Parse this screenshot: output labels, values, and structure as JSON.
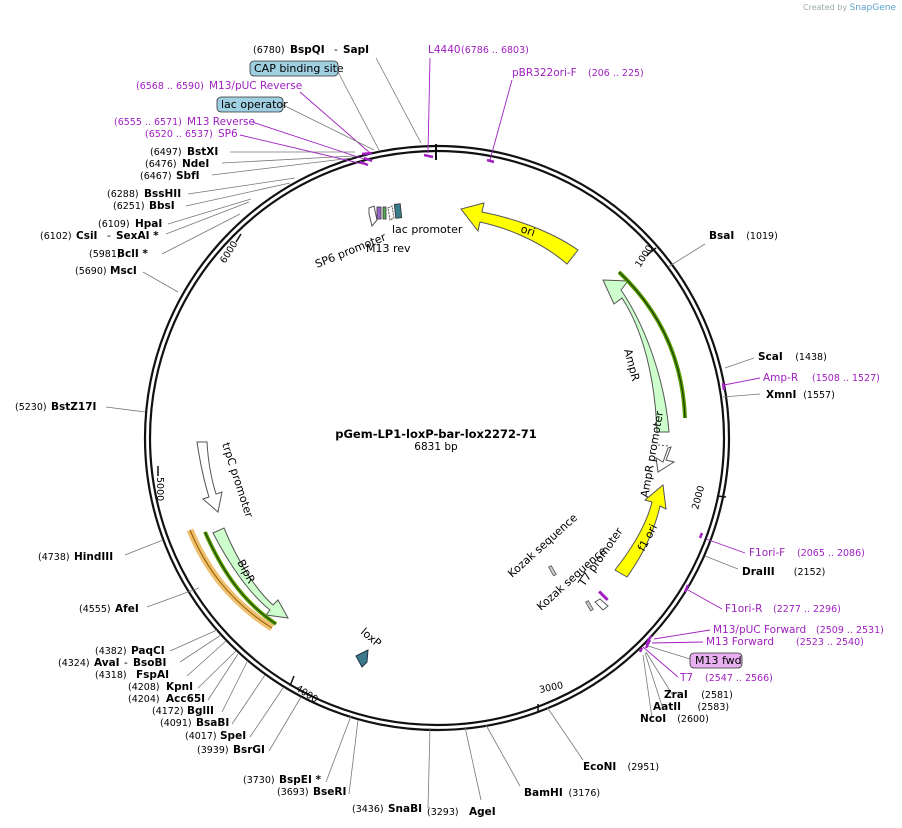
{
  "credit": {
    "prefix": "Created by",
    "brand": "SnapGene"
  },
  "plasmid": {
    "name": "pGem-LP1-loxP-bar-lox2272-71",
    "size": "6831 bp"
  },
  "ticks": [
    "1000",
    "2000",
    "3000",
    "4000",
    "5000",
    "6000"
  ],
  "sites": [
    {
      "name": "BspQI",
      "pos": "(6780)",
      "sep": "-",
      "name2": "SapI"
    },
    {
      "name": "BstXI",
      "pos": "(6497)"
    },
    {
      "name": "NdeI",
      "pos": "(6476)"
    },
    {
      "name": "SbfI",
      "pos": "(6467)"
    },
    {
      "name": "BssHII",
      "pos": "(6288)"
    },
    {
      "name": "BbsI",
      "pos": "(6251)"
    },
    {
      "name": "HpaI",
      "pos": "(6109)"
    },
    {
      "name": "CsiI",
      "pos": "(6102)",
      "sep": "-",
      "name2": "SexAI *"
    },
    {
      "name": "BclI *",
      "pos": "(5981)"
    },
    {
      "name": "MscI",
      "pos": "(5690)"
    },
    {
      "name": "BstZ17I",
      "pos": "(5230)"
    },
    {
      "name": "HindIII",
      "pos": "(4738)"
    },
    {
      "name": "AfeI",
      "pos": "(4555)"
    },
    {
      "name": "PaqCI",
      "pos": "(4382)"
    },
    {
      "name": "AvaI",
      "pos": "(4324)",
      "sep": "-",
      "name2": "BsoBI"
    },
    {
      "name": "FspAI",
      "pos": "(4318)"
    },
    {
      "name": "KpnI",
      "pos": "(4208)"
    },
    {
      "name": "Acc65I",
      "pos": "(4204)"
    },
    {
      "name": "BglII",
      "pos": "(4172)"
    },
    {
      "name": "BsaBI",
      "pos": "(4091)"
    },
    {
      "name": "SpeI",
      "pos": "(4017)"
    },
    {
      "name": "BsrGI",
      "pos": "(3939)"
    },
    {
      "name": "BspEI *",
      "pos": "(3730)"
    },
    {
      "name": "BseRI",
      "pos": "(3693)"
    },
    {
      "name": "SnaBI",
      "pos": "(3436)"
    },
    {
      "name": "AgeI",
      "pos": "(3293)"
    },
    {
      "name": "BamHI",
      "pos": "(3176)"
    },
    {
      "name": "EcoNI",
      "pos": "(2951)"
    },
    {
      "name": "NcoI",
      "pos": "(2600)"
    },
    {
      "name": "AatII",
      "pos": "(2583)"
    },
    {
      "name": "ZraI",
      "pos": "(2581)"
    },
    {
      "name": "DraIII",
      "pos": "(2152)"
    },
    {
      "name": "XmnI",
      "pos": "(1557)"
    },
    {
      "name": "ScaI",
      "pos": "(1438)"
    },
    {
      "name": "BsaI",
      "pos": "(1019)"
    }
  ],
  "primers": [
    {
      "name": "L4440",
      "pos": "(6786 .. 6803)"
    },
    {
      "name": "pBR322ori-F",
      "pos": "(206 .. 225)"
    },
    {
      "name": "M13/pUC Reverse",
      "pos": "(6568 .. 6590)"
    },
    {
      "name": "M13 Reverse",
      "pos": "(6555 .. 6571)"
    },
    {
      "name": "SP6",
      "pos": "(6520 .. 6537)"
    },
    {
      "name": "Amp-R",
      "pos": "(1508 .. 1527)"
    },
    {
      "name": "F1ori-F",
      "pos": "(2065 .. 2086)"
    },
    {
      "name": "F1ori-R",
      "pos": "(2277 .. 2296)"
    },
    {
      "name": "M13/pUC Forward",
      "pos": "(2509 .. 2531)"
    },
    {
      "name": "M13 Forward",
      "pos": "(2523 .. 2540)"
    },
    {
      "name": "T7",
      "pos": "(2547 .. 2566)"
    }
  ],
  "boxes": [
    "CAP binding site",
    "lac operator",
    "M13 fwd"
  ],
  "features": {
    "ori": "ori",
    "ampr": "AmpR",
    "ampr_promoter": "AmpR promoter",
    "f1ori": "f1 ori",
    "bipr": "BlpR",
    "trpc": "trpC promoter",
    "loxp": "loxP",
    "sp6_promoter": "SP6 promoter",
    "m13rev": "M13 rev",
    "lac_promoter": "lac promoter",
    "kozak1": "Kozak sequence",
    "kozak2": "Kozak sequence",
    "t7_promoter": "T7 promoter"
  },
  "colors": {
    "ori": "#ffff00",
    "ampr": "#ccffcc",
    "primer": "#a020c0",
    "box_blue": "#9fcfe0",
    "box_purple": "#e8b0f0",
    "loxp": "#3a7a8a"
  }
}
